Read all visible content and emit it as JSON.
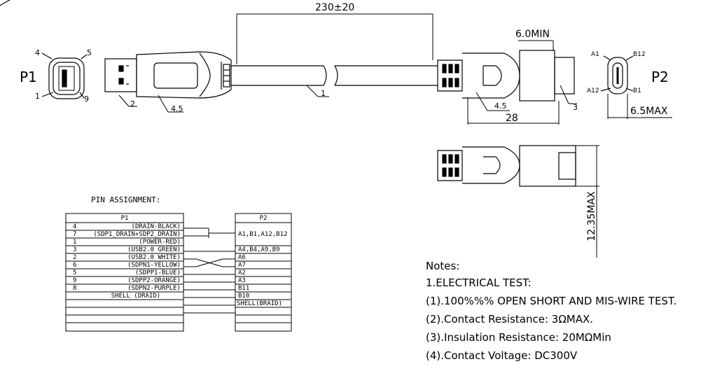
{
  "drawing": {
    "p1_label": "P1",
    "p2_label": "P2",
    "p1_pins": {
      "tl": "4",
      "tr": "5",
      "bl": "1",
      "br": "9"
    },
    "p2_pins": {
      "tl": "A1",
      "tr": "B12",
      "bl": "A12",
      "br": "B1"
    },
    "callouts": {
      "c1": "1",
      "c2": "2",
      "c3": "3",
      "c45a": "4.5",
      "c45b": "4.5"
    },
    "dims": {
      "length": "230±20",
      "min": "6.0MIN",
      "len28": "28",
      "max65": "6.5MAX",
      "max1235": "12.35MAX"
    }
  },
  "pin_assignment": {
    "title": "PIN ASSIGNMENT:",
    "p1_header": "P1",
    "p2_header": "P2",
    "rows": [
      {
        "num": "4",
        "desc": "(DRAIN-BLACK)"
      },
      {
        "num": "7",
        "desc": "(SDP1_DRAIN+SDP2_DRAIN)"
      },
      {
        "num": "1",
        "desc": "(POWER-RED)"
      },
      {
        "num": "3",
        "desc": "(USB2.0 GREEN)"
      },
      {
        "num": "2",
        "desc": "(USB2.0 WHITE)"
      },
      {
        "num": "6",
        "desc": "(SDPN1-YELLOW)"
      },
      {
        "num": "5",
        "desc": "(SDPP1-BLUE)"
      },
      {
        "num": "9",
        "desc": "(SDPP2-ORANGE)"
      },
      {
        "num": "8",
        "desc": "(SDPN2-PURPLE)"
      },
      {
        "num": "",
        "desc": "SHELL (DRAID)"
      }
    ],
    "p2_rows": [
      "A1,B1,A12,B12",
      "A4,B4,A9,B9",
      "A6",
      "A7",
      "A2",
      "A3",
      "B11",
      "B10",
      "SHELL(BRAID)"
    ]
  },
  "notes": {
    "title": "Notes:",
    "lines": [
      "1.ELECTRICAL TEST:",
      "(1).100%%% OPEN SHORT AND MIS-WIRE TEST.",
      "(2).Contact Resistance: 3ΩMAX.",
      "(3).Insulation Resistance: 20MΩMin",
      "(4).Contact Voltage: DC300V"
    ]
  }
}
